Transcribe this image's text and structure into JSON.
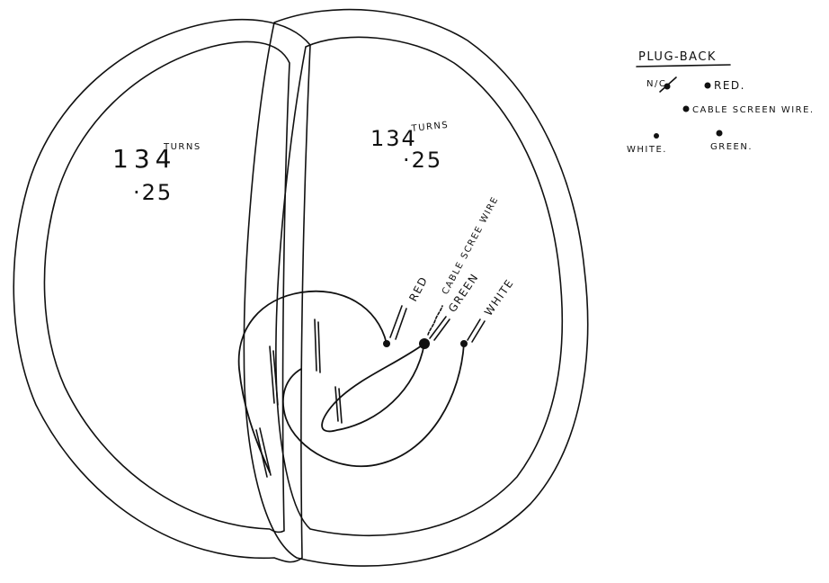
{
  "left_coil": {
    "turns_number": "134",
    "turns_word": "TURNS",
    "gauge": "·25"
  },
  "right_coil": {
    "turns_number": "134",
    "turns_word": "TURNS",
    "gauge": "·25"
  },
  "wire_labels": {
    "red": "RED",
    "screen": "CABLE SCREE WIRE",
    "green": "GREEN",
    "white": "WHITE"
  },
  "plug_back": {
    "title": "PLUG-BACK",
    "nc": "N/C",
    "red": "RED.",
    "screen": "CABLE SCREEN WIRE.",
    "white": "WHITE.",
    "green": "GREEN."
  }
}
